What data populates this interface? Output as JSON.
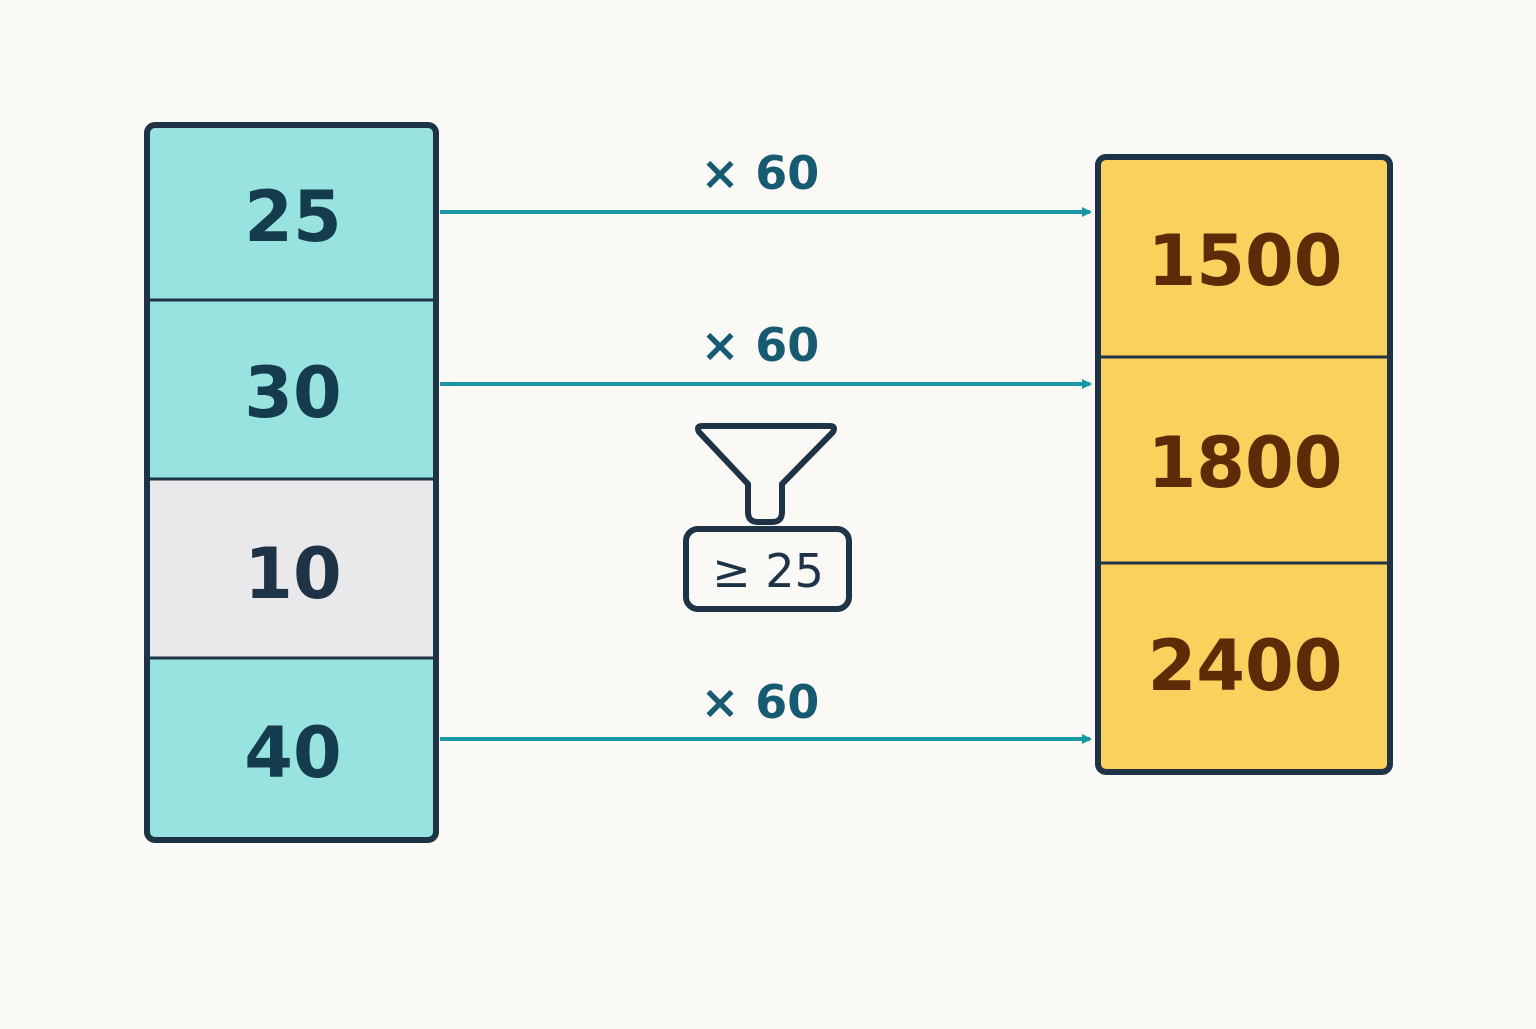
{
  "input_array": {
    "cells": [
      {
        "value": "25",
        "kept": true
      },
      {
        "value": "30",
        "kept": true
      },
      {
        "value": "10",
        "kept": false
      },
      {
        "value": "40",
        "kept": true
      }
    ]
  },
  "output_array": {
    "cells": [
      {
        "value": "1500"
      },
      {
        "value": "1800"
      },
      {
        "value": "2400"
      }
    ]
  },
  "arrows": [
    {
      "label": "× 60"
    },
    {
      "label": "× 60"
    },
    {
      "label": "× 60"
    }
  ],
  "filter": {
    "icon": "funnel-icon",
    "condition": "≥ 25"
  },
  "colors": {
    "background": "#faf9f6",
    "outline": "#1e3346",
    "kept_fill": "#98e2e0",
    "dropped_fill": "#e9e9eb",
    "output_fill": "#fbd15e",
    "arrow": "#1a97a4",
    "arrow_label": "#165b72",
    "input_text": "#143c4c",
    "dropped_text": "#1e3346",
    "output_text": "#5c2c06"
  }
}
